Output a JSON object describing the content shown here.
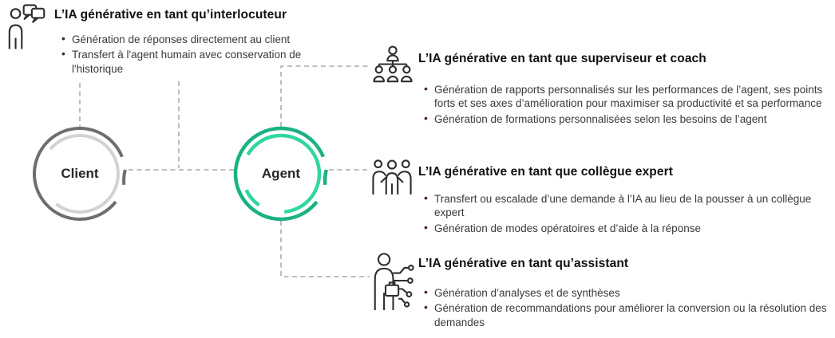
{
  "circles": {
    "client": {
      "label": "Client",
      "outer_color": "#6e6e6e",
      "inner_color": "#d2d2d2"
    },
    "agent": {
      "label": "Agent",
      "outer_color": "#1ab184",
      "inner_color": "#30d79e"
    }
  },
  "colors": {
    "connector": "#999999",
    "bullet": "#511f30",
    "body_text": "#3a3a3a",
    "title_text": "#111111",
    "icon_stroke": "#2e2e2e"
  },
  "sections": {
    "interlocuteur": {
      "icon": "person-chat-icon",
      "title": "L’IA générative en tant qu’interlocuteur",
      "bullets": [
        "Génération de réponses directement au client",
        "Transfert à l'agent humain avec conservation de l'historique"
      ]
    },
    "superviseur": {
      "icon": "org-chart-icon",
      "title": "L’IA générative en tant que superviseur et coach",
      "bullets": [
        "Génération de rapports personnalisés sur les performances de l’agent, ses points forts et ses axes d’amélioration pour maximiser sa productivité et sa performance",
        "Génération de formations personnalisées selon les besoins de l’agent"
      ]
    },
    "collegue": {
      "icon": "team-icon",
      "title": "L’IA générative en tant que collègue expert",
      "bullets": [
        "Transfert ou escalade d’une demande à l’IA au lieu de la pousser à un collègue expert",
        "Génération de modes opératoires et d’aide à la réponse"
      ]
    },
    "assistant": {
      "icon": "person-circuit-icon",
      "title": "L’IA générative en tant qu’assistant",
      "bullets": [
        "Génération d’analyses et de synthèses",
        "Génération de recommandations pour améliorer la conversion ou la résolution des demandes"
      ]
    }
  }
}
